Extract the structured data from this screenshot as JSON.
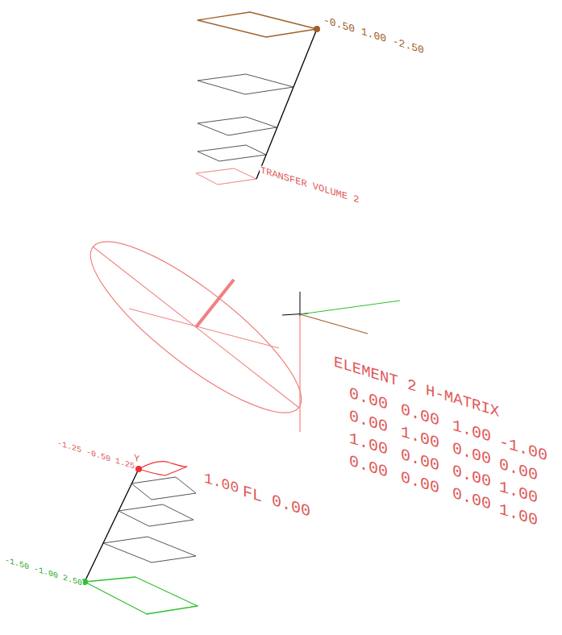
{
  "diagram": {
    "labels": [
      "-0.50 1.00 -2.50",
      "TRANSFER VOLUME 2",
      "ELEMENT 2 H-MATRIX",
      "0.00",
      "0.00",
      "1.00",
      "-1.00",
      "0.00",
      "1.00",
      "0.00",
      "0.00",
      "1.00",
      "0.00",
      "0.00",
      "1.00",
      "0.00",
      "0.00",
      "0.00",
      "1.00",
      "-1.25 -0.50 1.25",
      "Y",
      "1.00",
      "FL 0.00",
      "-1.50 -1.00 2.50"
    ]
  }
}
